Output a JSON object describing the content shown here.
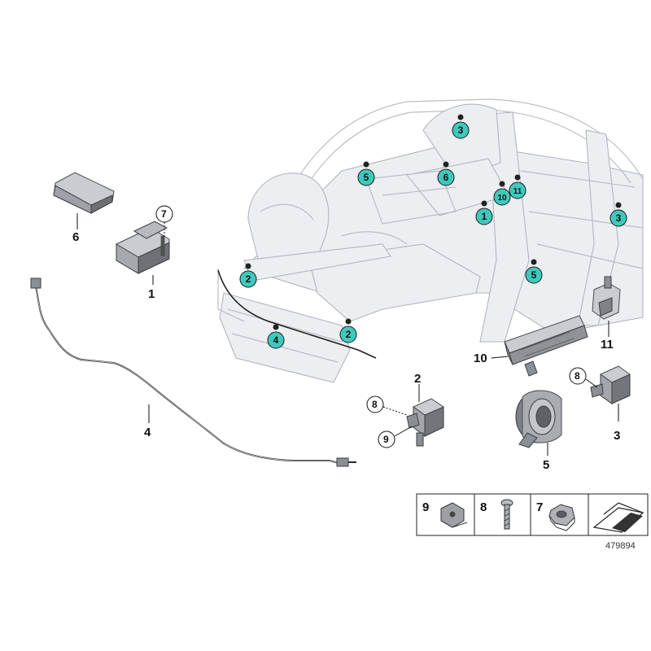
{
  "labels": {
    "part_1": "1",
    "part_2": "2",
    "part_3": "3",
    "part_4": "4",
    "part_5": "5",
    "part_6": "6",
    "part_7": "7",
    "part_8": "8",
    "part_9": "9",
    "part_10": "10",
    "part_11": "11"
  },
  "hotspots": [
    "3",
    "5",
    "6",
    "10",
    "11",
    "1",
    "3",
    "5",
    "2",
    "4",
    "2"
  ],
  "legend": {
    "items": [
      "9",
      "8",
      "7"
    ]
  },
  "reference_number": "479894",
  "colors": {
    "hotspot_fill": "#3fc9bd",
    "hotspot_stroke": "#1a1a1a",
    "line": "#111111",
    "body": "#eceef1"
  }
}
